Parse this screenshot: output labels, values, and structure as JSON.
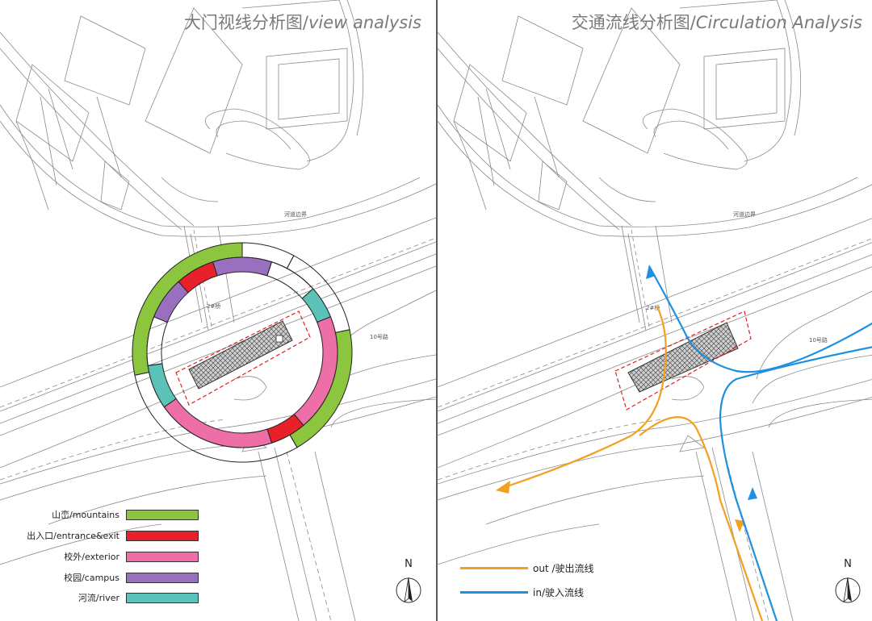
{
  "left_panel": {
    "title_cn": "大门视线分析图/",
    "title_en": "view analysis",
    "labels": {
      "river_boundary": "河道边界",
      "bridge": "2#桥",
      "road": "10号路"
    },
    "legend": [
      {
        "label": "山峦/mountains",
        "color": "#8cc63f"
      },
      {
        "label": "出入口/entrance&exit",
        "color": "#e8202a"
      },
      {
        "label": "校外/exterior",
        "color": "#ee6fa8"
      },
      {
        "label": "校园/campus",
        "color": "#9b6fc0"
      },
      {
        "label": "河流/river",
        "color": "#5cc2b8"
      }
    ],
    "north": "N"
  },
  "right_panel": {
    "title_cn": "交通流线分析图/",
    "title_en": "Circulation Analysis",
    "labels": {
      "river_boundary": "河道边界",
      "bridge": "2#桥",
      "road": "10号路"
    },
    "legend": [
      {
        "label": "out /驶出流线",
        "color": "#f2a01f"
      },
      {
        "label": "in/驶入流线",
        "color": "#1e90e0"
      }
    ],
    "north": "N"
  },
  "colors": {
    "mountains": "#8cc63f",
    "entrance": "#e8202a",
    "exterior": "#ee6fa8",
    "campus": "#9b6fc0",
    "river": "#5cc2b8",
    "out_flow": "#f2a01f",
    "in_flow": "#1e90e0",
    "dashed_box": "#e02020"
  }
}
